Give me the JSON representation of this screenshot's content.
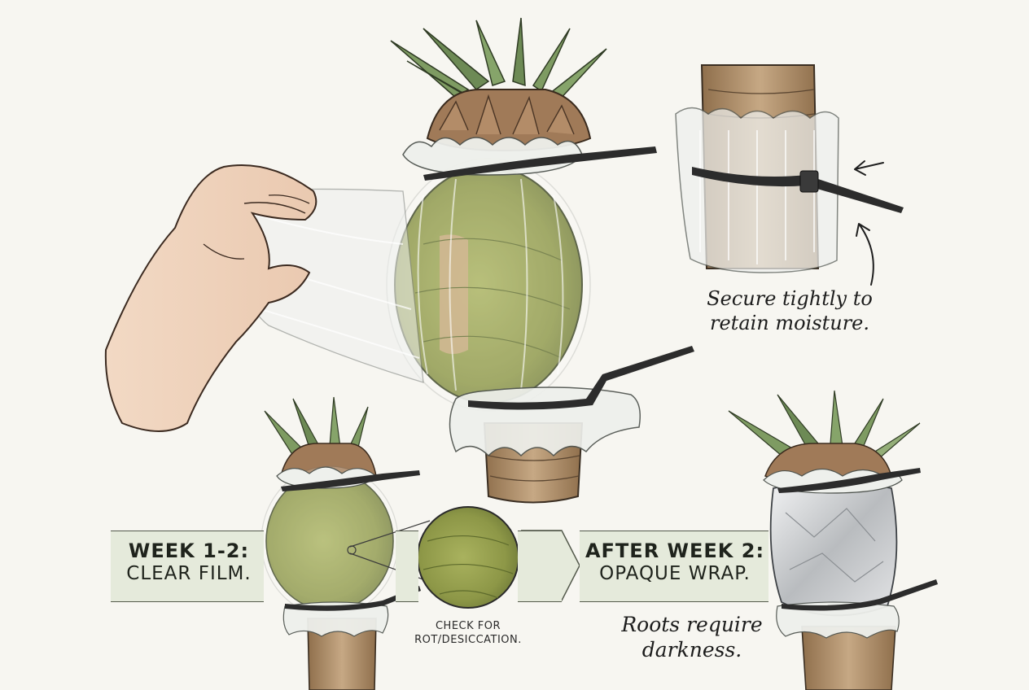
{
  "timeline": {
    "stage1": {
      "title": "WEEK 1-2:",
      "subtitle": "CLEAR FILM."
    },
    "stage2": {
      "title": "AFTER WEEK 2:",
      "subtitle": "OPAQUE WRAP."
    }
  },
  "notes": {
    "secure": [
      "Secure tightly to",
      "retain moisture."
    ],
    "check": [
      "CHECK FOR",
      "ROT/DESICCATION."
    ],
    "darkness": [
      "Roots require",
      "darkness."
    ]
  },
  "colors": {
    "band_fill": "#e5eadb",
    "moss": "#8e9a48",
    "trunk": "#b89a74",
    "foliage": "#6e8c58",
    "cable_tie": "#2c2c2c",
    "foil": "#c9cbcd"
  }
}
